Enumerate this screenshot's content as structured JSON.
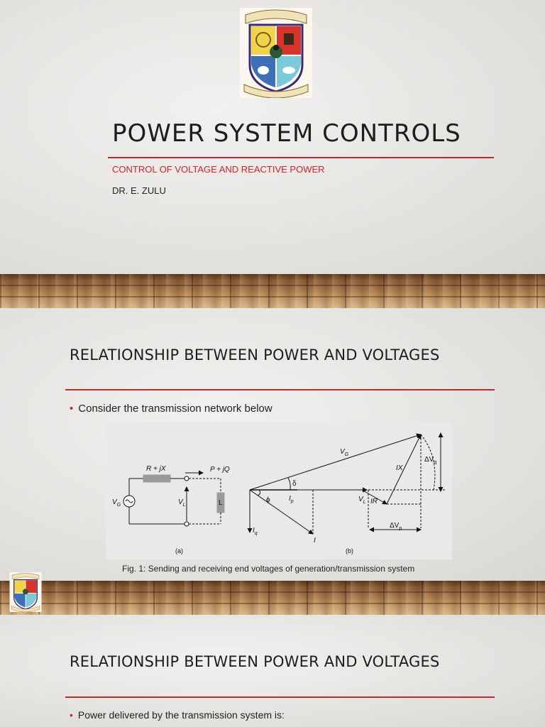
{
  "slide1": {
    "logo_alt": "university crest",
    "title": "POWER SYSTEM CONTROLS",
    "subtitle": "CONTROL OF VOLTAGE AND REACTIVE POWER",
    "author": "DR. E. ZULU"
  },
  "slide2": {
    "heading": "RELATIONSHIP BETWEEN POWER AND VOLTAGES",
    "bullet": "Consider the transmission network below",
    "figure": {
      "panel_a": {
        "impedance": "R + jX",
        "power": "P + jQ",
        "source": "V",
        "source_sub": "G",
        "load_voltage": "V",
        "load_voltage_sub": "L",
        "load": "L",
        "label": "(a)"
      },
      "panel_b": {
        "vg": "V",
        "vg_sub": "G",
        "delta": "δ",
        "phi": "ϕ",
        "ip": "I",
        "ip_sub": "p",
        "iq": "I",
        "iq_sub": "q",
        "i": "I",
        "vl": "V",
        "vl_sub": "L",
        "ir": "IR",
        "ix": "IX",
        "dvq": "ΔV",
        "dvq_sub": "q",
        "dvp": "ΔV",
        "dvp_sub": "p",
        "label": "(b)"
      }
    },
    "caption": "Fig. 1: Sending and receiving end voltages of generation/transmission system"
  },
  "slide3": {
    "heading": "RELATIONSHIP BETWEEN POWER AND VOLTAGES",
    "bullet": "Power delivered by the transmission system is:"
  },
  "colors": {
    "accent_red": "#c0282f",
    "title_text": "#1d1d1d"
  }
}
